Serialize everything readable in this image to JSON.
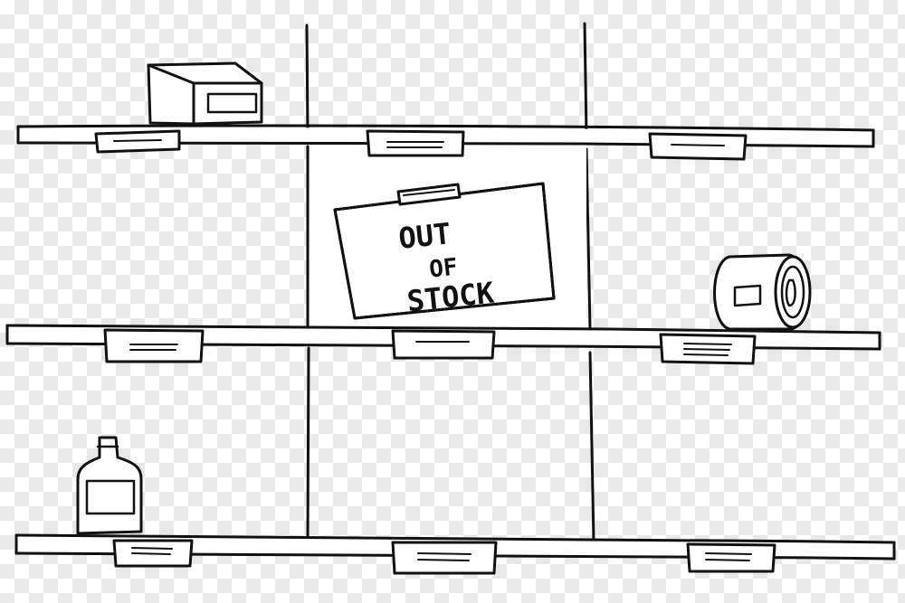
{
  "sign": {
    "line1": "OUT",
    "line2": "OF",
    "line3": "STOCK"
  },
  "colors": {
    "ink": "#111111",
    "paper": "#ffffff",
    "checker": "#e8e8e8"
  }
}
